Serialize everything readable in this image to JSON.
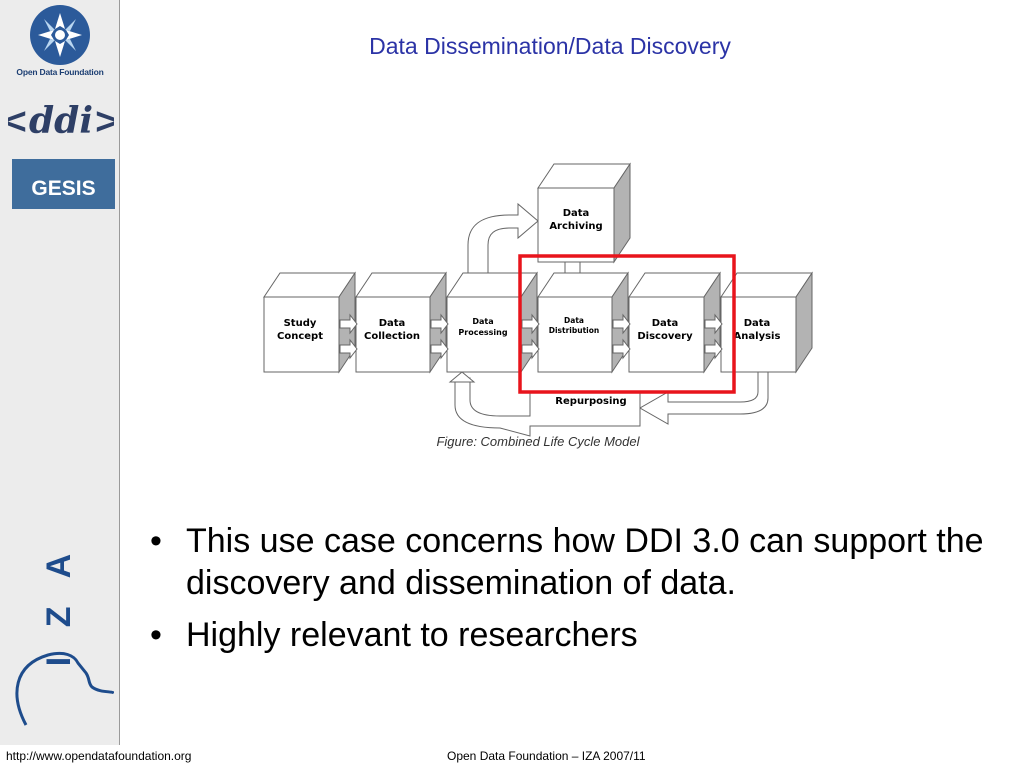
{
  "slide": {
    "title": "Data Dissemination/Data Discovery",
    "bullets": [
      "This use case concerns how DDI 3.0 can support the discovery and dissemination of data.",
      "Highly relevant to researchers"
    ]
  },
  "sidebar": {
    "odf_logo_text": "Open Data Foundation",
    "ddi_logo_text": "<ddi>",
    "gesis_logo_text": "GESIS",
    "iza_logo_text": "I Z A"
  },
  "diagram": {
    "boxes": {
      "study_concept": [
        "Study",
        "Concept"
      ],
      "data_collection": [
        "Data",
        "Collection"
      ],
      "data_processing": [
        "Data",
        "Processing"
      ],
      "data_distribution": [
        "Data",
        "Distribution"
      ],
      "data_discovery": [
        "Data",
        "Discovery"
      ],
      "data_analysis": [
        "Data",
        "Analysis"
      ],
      "data_archiving": [
        "Data",
        "Archiving"
      ]
    },
    "repurposing_label": "Repurposing",
    "caption": "Figure: Combined Life Cycle Model",
    "highlight_color": "#e8141c"
  },
  "footer": {
    "url": "http://www.opendatafoundation.org",
    "center": "Open Data Foundation – IZA 2007/11"
  }
}
